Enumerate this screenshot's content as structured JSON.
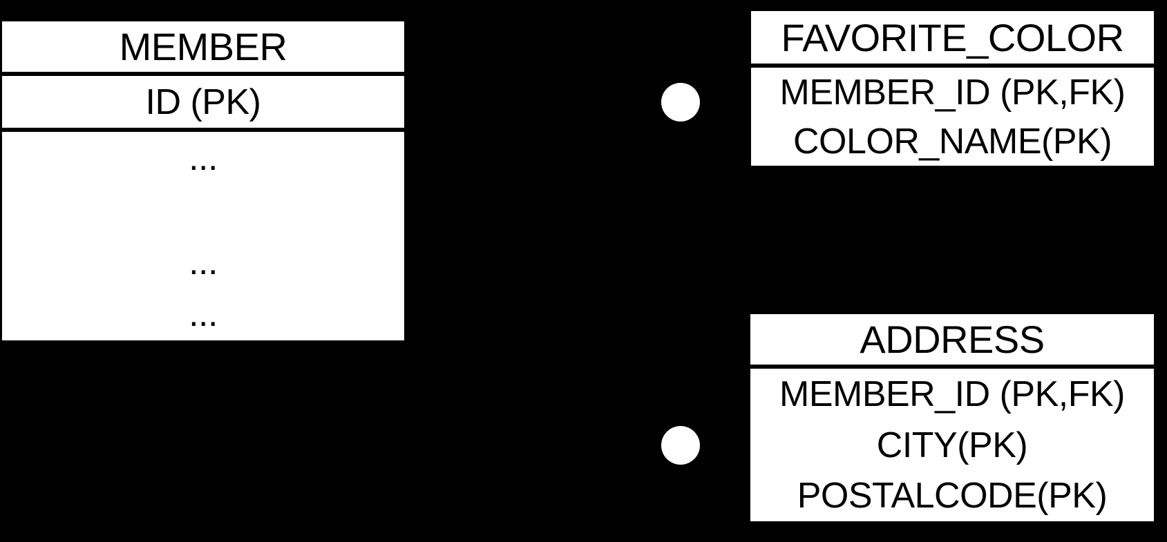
{
  "colors": {
    "background": "#000000",
    "entity_fill": "#ffffff",
    "entity_text": "#000000",
    "divider": "#000000",
    "connector_dot": "#ffffff"
  },
  "diagram": {
    "kind": "entity-relationship-diagram",
    "entities": {
      "member": {
        "title": "MEMBER",
        "key_rows": [
          "ID (PK)"
        ],
        "body_rows": [
          "...",
          "",
          "...",
          "..."
        ]
      },
      "favorite_color": {
        "title": "FAVORITE_COLOR",
        "rows": [
          "MEMBER_ID (PK,FK)",
          "COLOR_NAME(PK)"
        ]
      },
      "address": {
        "title": "ADDRESS",
        "rows": [
          "MEMBER_ID (PK,FK)",
          "CITY(PK)",
          "POSTALCODE(PK)"
        ]
      }
    },
    "connectors": [
      {
        "shape": "filled-circle",
        "near_entity": "favorite_color"
      },
      {
        "shape": "filled-circle",
        "near_entity": "address"
      }
    ]
  }
}
